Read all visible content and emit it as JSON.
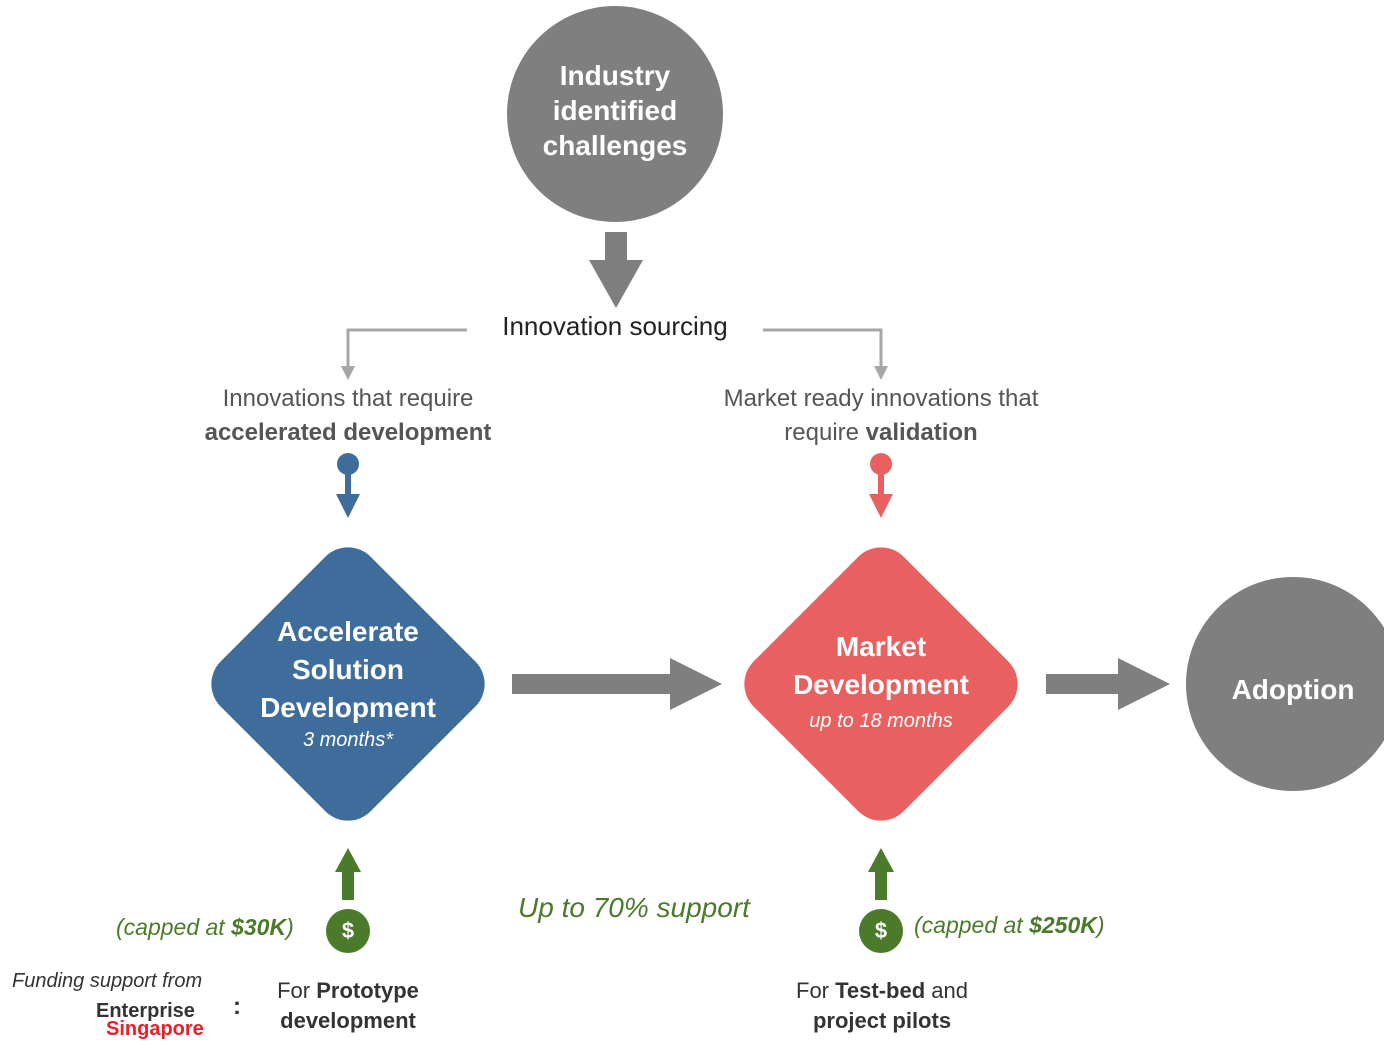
{
  "colors": {
    "gray": "#7f7f7f",
    "light_gray": "#a6a6a6",
    "blue": "#3f6d9b",
    "red": "#e86060",
    "green": "#4a7a2a"
  },
  "top_node": {
    "line1": "Industry",
    "line2": "identified",
    "line3": "challenges"
  },
  "sourcing_label": "Innovation sourcing",
  "left_branch": {
    "line1": "Innovations that require",
    "line2_bold": "accelerated development"
  },
  "right_branch": {
    "line1": "Market ready innovations that",
    "line2_prefix": "require ",
    "line2_bold": "validation"
  },
  "accelerate_node": {
    "line1": "Accelerate",
    "line2": "Solution",
    "line3": "Development",
    "duration": "3 months*"
  },
  "market_node": {
    "line1": "Market",
    "line2": "Development",
    "duration": "up to 18 months"
  },
  "adoption_node": {
    "label": "Adoption"
  },
  "support_label": "Up to 70% support",
  "left_funding": {
    "cap_prefix": "(capped at ",
    "cap_amount": "$30K",
    "cap_suffix": ")",
    "icon": "dollar-icon",
    "icon_symbol": "$"
  },
  "right_funding": {
    "cap_prefix": "(capped at ",
    "cap_amount": "$250K",
    "cap_suffix": ")",
    "icon": "dollar-icon",
    "icon_symbol": "$"
  },
  "funding_source": {
    "label": "Funding support from",
    "logo_line1": "Enterprise",
    "logo_line2": "Singapore",
    "separator": ":"
  },
  "left_purpose": {
    "prefix": "For ",
    "bold1": "Prototype",
    "bold2": "development"
  },
  "right_purpose": {
    "prefix": "For ",
    "bold1": "Test-bed",
    "middle": " and",
    "bold2": "project pilots"
  }
}
